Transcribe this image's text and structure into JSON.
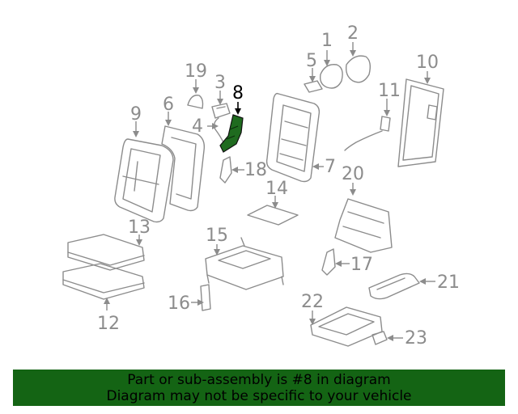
{
  "highlight_color": "#1f6b1f",
  "banner_color": "#146414",
  "callouts": {
    "c1": "1",
    "c2": "2",
    "c3": "3",
    "c4": "4",
    "c5": "5",
    "c6": "6",
    "c7": "7",
    "c8": "8",
    "c9": "9",
    "c10": "10",
    "c11": "11",
    "c12": "12",
    "c13": "13",
    "c14": "14",
    "c15": "15",
    "c16": "16",
    "c17": "17",
    "c18": "18",
    "c19": "19",
    "c20": "20",
    "c21": "21",
    "c22": "22",
    "c23": "23"
  },
  "highlighted_part": "8",
  "banner": {
    "line1": "Part or sub-assembly is #8 in diagram",
    "line2": "Diagram may not be specific to your vehicle"
  }
}
